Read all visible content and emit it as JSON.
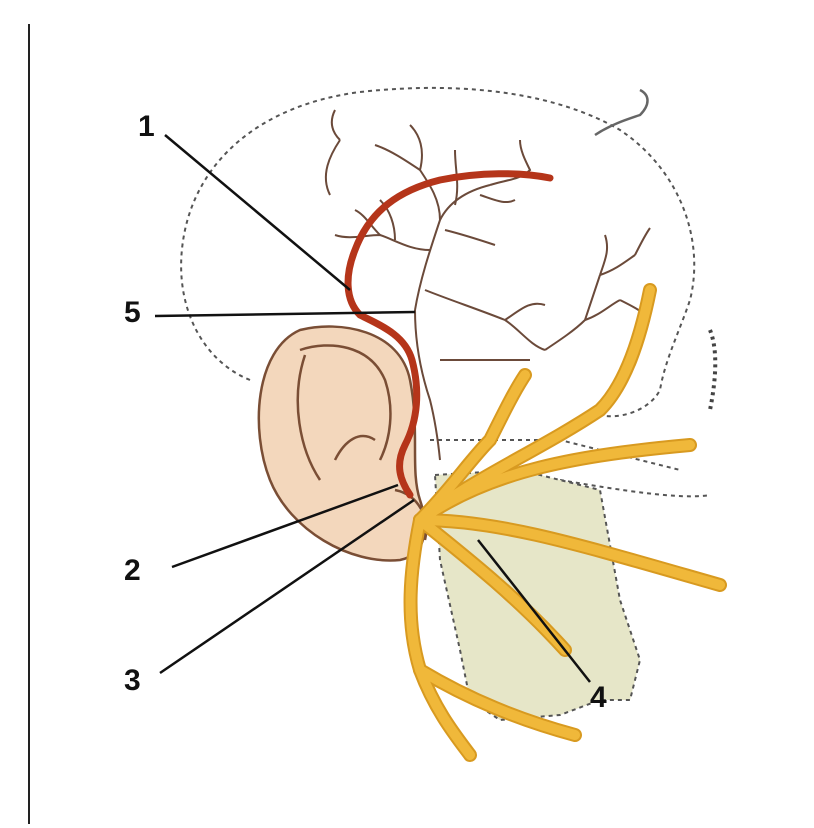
{
  "diagram": {
    "callouts": [
      {
        "label": "1"
      },
      {
        "label": "5"
      },
      {
        "label": "2"
      },
      {
        "label": "3"
      },
      {
        "label": "4"
      }
    ],
    "colors": {
      "artery": "#b5351a",
      "artery_branch": "#6b4a3a",
      "nerve": "#f0b83a",
      "nerve_edge": "#d89a20",
      "ear_fill": "#f3d7bc",
      "ear_edge": "#7a4e35",
      "gland": "#e6e6c8",
      "outline": "#555555",
      "leader": "#111111"
    }
  }
}
